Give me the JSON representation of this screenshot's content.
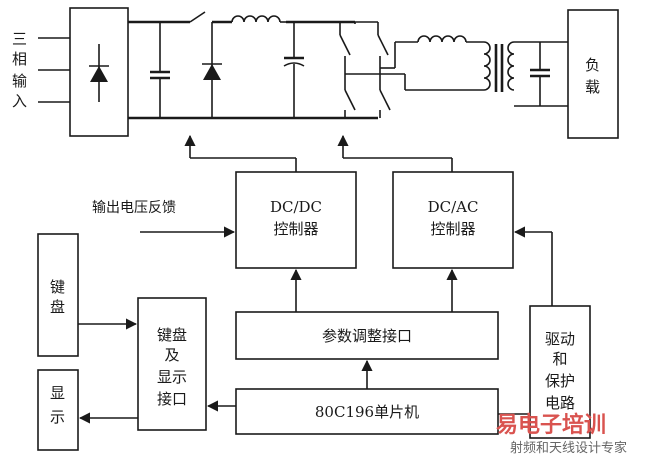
{
  "input_label": [
    "三",
    "相",
    "输",
    "入"
  ],
  "load_label": [
    "负",
    "载"
  ],
  "feedback_label": "输出电压反馈",
  "dcdc_label": [
    "DC/DC",
    "控制器"
  ],
  "dcac_label": [
    "DC/AC",
    "控制器"
  ],
  "param_label": "参数调整接口",
  "mcu_label": "80C196单片机",
  "keyboard_label": [
    "键",
    "盘"
  ],
  "kbd_iface_label": [
    "键盘",
    "及",
    "显示",
    "接口"
  ],
  "display_label": [
    "显",
    "示"
  ],
  "driver_label": [
    "驱动",
    "和",
    "保护",
    "电路"
  ],
  "watermark": {
    "title": "易电子培训",
    "subtitle": "射频和天线设计专家",
    "title_color": "#d9534f",
    "subtitle_color": "#666666"
  }
}
